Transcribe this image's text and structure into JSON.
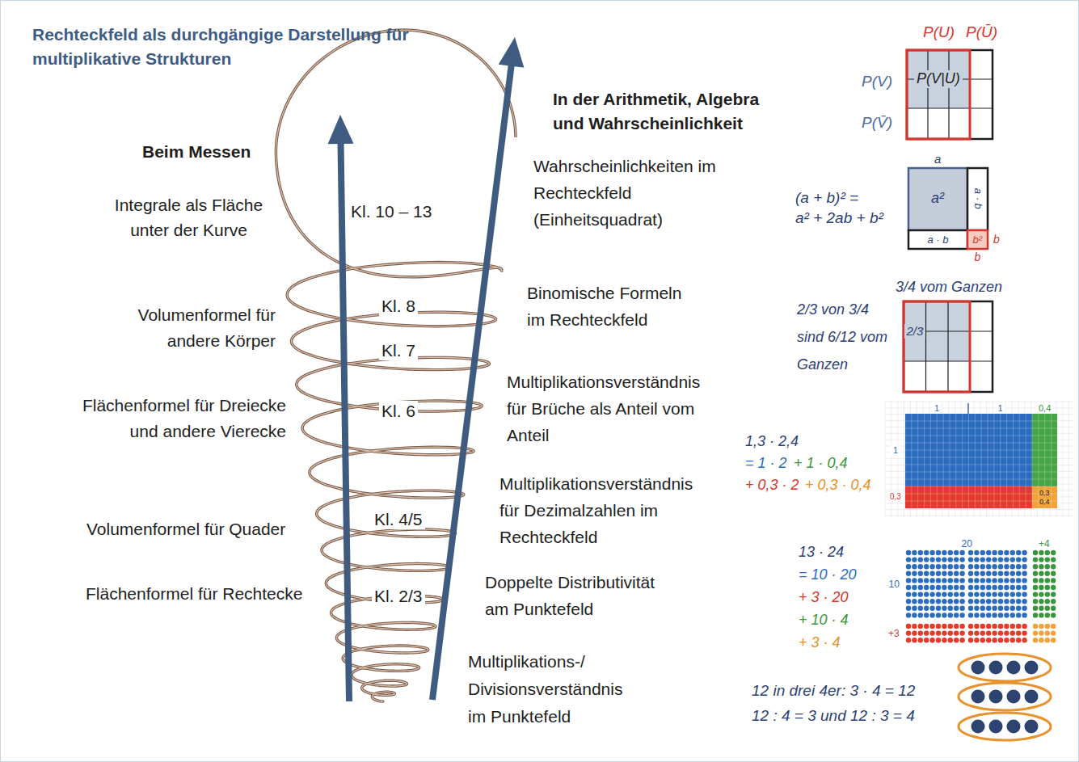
{
  "diagram": {
    "title": "Rechteckfeld als durchgängige Darstellung für multiplikative Strukturen",
    "labels": [
      "Beim Messen",
      "In der Arithmetik, Algebra und Wahrscheinlichkeit",
      "Integrale als Fläche unter der Kurve",
      "Volumenformel für andere Körper",
      "Flächenformel für Dreiecke und andere Vierecke",
      "Volumenformel für Quader",
      "Flächenformel für Rechtecke",
      "Kl. 10 – 13",
      "Kl. 8",
      "Kl. 7",
      "Kl. 6",
      "Kl. 4/5",
      "Kl. 2/3",
      "Wahrscheinlichkeiten im Rechteckfeld (Einheitsquadrat)",
      "Binomische Formeln im Rechteckfeld",
      "Multiplikationsverständnis für Brüche als Anteil vom Anteil",
      "Multiplikationsverständnis für Dezimalzahlen im Rechteckfeld",
      "Doppelte Distributivität am Punktefeld",
      "Multiplikations-/ Divisionsverständnis im Punktefeld",
      "P(U)",
      "P(Ū)",
      "P(V)",
      "P(V|U)",
      "P(V̄)",
      "(a + b)² =",
      "a² + 2ab + b²",
      "a",
      "a²",
      "a · b",
      "a · b",
      "b²",
      "b",
      "b",
      "3/4 vom Ganzen",
      "2/3 von 3/4 sind 6/12 vom Ganzen",
      "2/3",
      "1,3 · 2,4",
      "= 1 · 2",
      "+ 1 · 0,4",
      "+ 0,3 · 2",
      "+ 0,3 · 0,4",
      "1",
      "1",
      "0,4",
      "1",
      "0,3",
      "0,3",
      "0,4",
      "13 · 24",
      "= 10 · 20",
      "+ 3 · 20",
      "+ 10 · 4",
      "+ 3 · 4",
      "20",
      "+4",
      "10",
      "+3",
      "12 in drei 4er: 3 · 4 = 12",
      "12 : 4 = 3 und 12 : 3 = 4"
    ]
  }
}
